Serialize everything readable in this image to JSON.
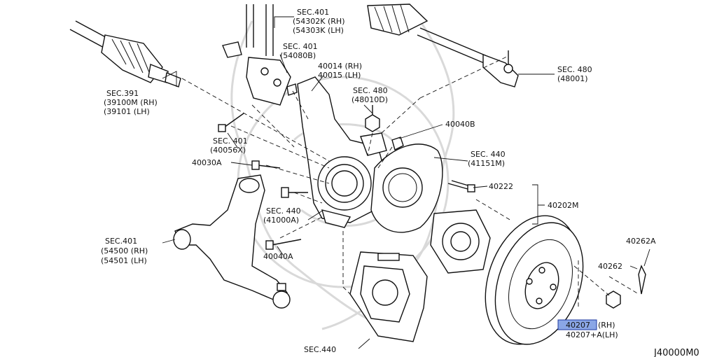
{
  "diagram_code": "J40000M0",
  "highlight_part": "40207",
  "labels": {
    "sec401_top": [
      "SEC.401",
      "(54302K (RH)",
      "(54303K (LH)"
    ],
    "sec401_b": [
      "SEC. 401",
      "(54080B)"
    ],
    "p40014": [
      "40014 (RH)",
      "40015 (LH)"
    ],
    "sec480_top": [
      "SEC. 480",
      "(48001)"
    ],
    "sec391": [
      "SEC.391",
      "(39100M (RH)",
      "(39101  (LH)"
    ],
    "sec480_mid": [
      "SEC. 480",
      "(48010D)"
    ],
    "p40040b": "40040B",
    "sec401_c": [
      "SEC. 401",
      "(40056X)"
    ],
    "sec440_a": [
      "SEC. 440",
      "(41151M)"
    ],
    "p40030a": "40030A",
    "p40222": "40222",
    "p40202m": "40202M",
    "sec440_b": [
      "SEC. 440",
      "(41000A)"
    ],
    "p40262a": "40262A",
    "sec401_d": [
      "SEC.401",
      "(54500 (RH)",
      "(54501 (LH)"
    ],
    "p40040a": "40040A",
    "p40262": "40262",
    "p40207": [
      "(RH)",
      "40207+A(LH)"
    ],
    "sec440_c": "SEC.440"
  }
}
